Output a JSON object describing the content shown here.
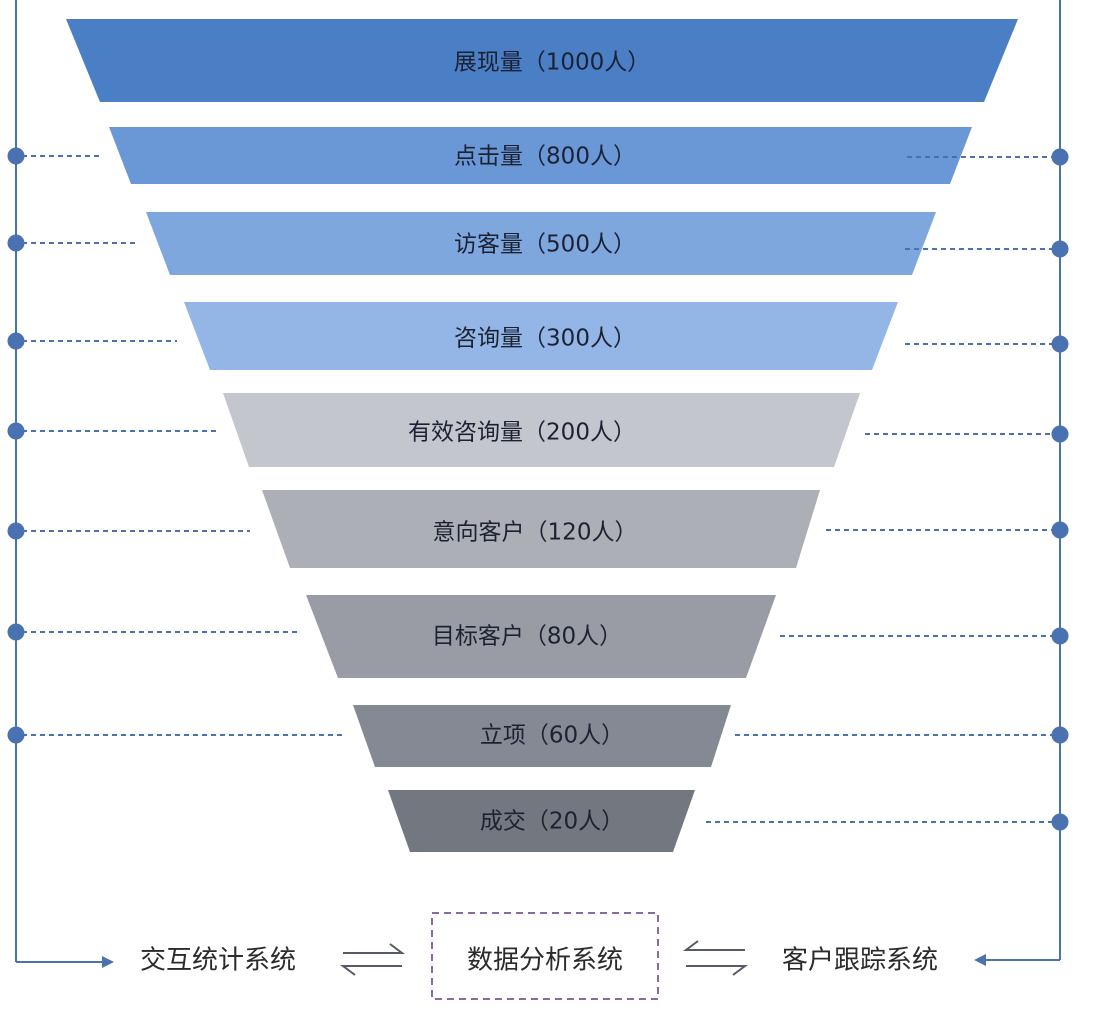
{
  "funnel": {
    "stages": [
      {
        "label": "展现量（1000人）",
        "color": "#4a7fc6"
      },
      {
        "label": "点击量（800人）",
        "color": "#6a98d7"
      },
      {
        "label": "访客量（500人）",
        "color": "#7ea7de"
      },
      {
        "label": "咨询量（300人）",
        "color": "#93b6e6"
      },
      {
        "label": "有效咨询量（200人）",
        "color": "#c3c6cd"
      },
      {
        "label": "意向客户（120人）",
        "color": "#acafb6"
      },
      {
        "label": "目标客户（80人）",
        "color": "#999ca4"
      },
      {
        "label": "立项（60人）",
        "color": "#858993"
      },
      {
        "label": "成交（20人）",
        "color": "#737780"
      }
    ]
  },
  "systems": {
    "left": "交互统计系统",
    "center": "数据分析系统",
    "right": "客户跟踪系统"
  },
  "colors": {
    "connector": "#4a72b0",
    "center_border": "#8a6aa0"
  }
}
